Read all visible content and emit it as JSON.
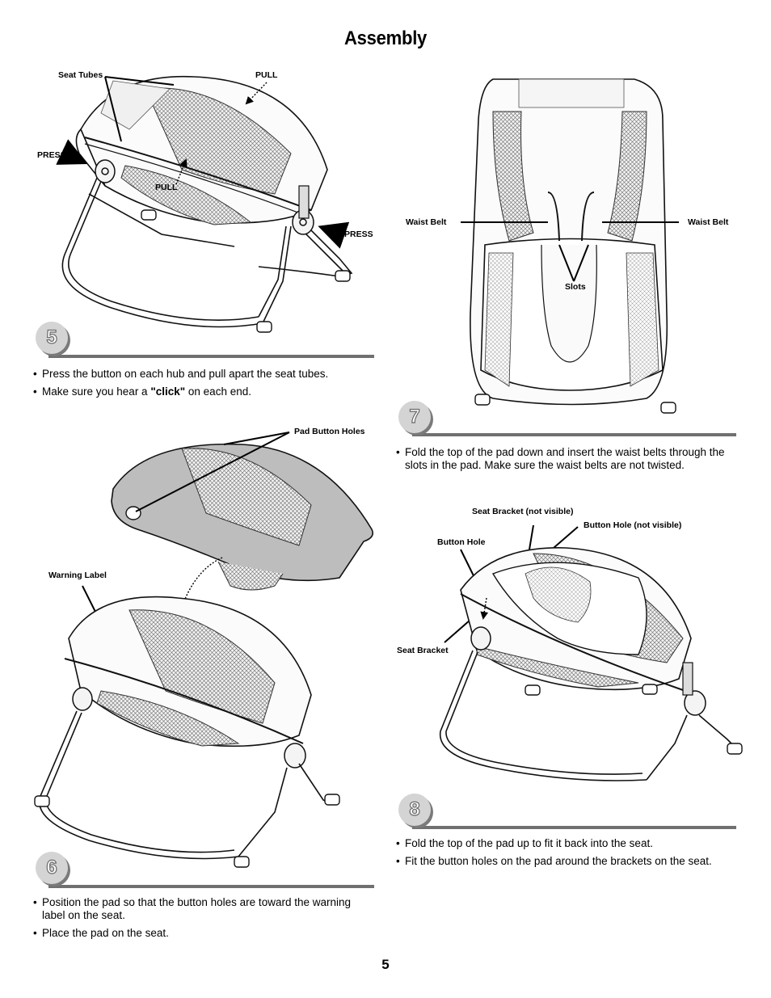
{
  "page": {
    "title": "Assembly",
    "page_number": "5"
  },
  "bullet_char": "•",
  "steps": {
    "s5": {
      "number": "5",
      "labels": {
        "seat_tubes": "Seat Tubes",
        "pull_top": "PULL",
        "press_left": "PRESS",
        "pull_mid": "PULL",
        "press_right": "PRESS"
      },
      "bullets": [
        "Press the button on each hub and pull apart the seat tubes.",
        "Make sure you hear a ",
        "\"click\"",
        " on each end."
      ]
    },
    "s6": {
      "number": "6",
      "labels": {
        "pad_button_holes": "Pad Button Holes",
        "warning_label": "Warning Label"
      },
      "bullets": [
        "Position the pad so that the button holes are toward the warning label on the seat.",
        "Place the pad on the seat."
      ]
    },
    "s7": {
      "number": "7",
      "labels": {
        "waist_belt_left": "Waist Belt",
        "waist_belt_right": "Waist Belt",
        "slots": "Slots"
      },
      "bullets": [
        "Fold the top of the pad down and insert the waist belts through the slots in the pad. Make sure the waist belts are not twisted."
      ]
    },
    "s8": {
      "number": "8",
      "labels": {
        "seat_bracket_nv": "Seat Bracket (not visible)",
        "button_hole_nv": "Button Hole (not visible)",
        "button_hole": "Button Hole",
        "seat_bracket": "Seat Bracket"
      },
      "bullets": [
        "Fold the top of the pad up to fit it back into the seat.",
        "Fit the button holes on the pad around the brackets on the seat."
      ]
    }
  }
}
